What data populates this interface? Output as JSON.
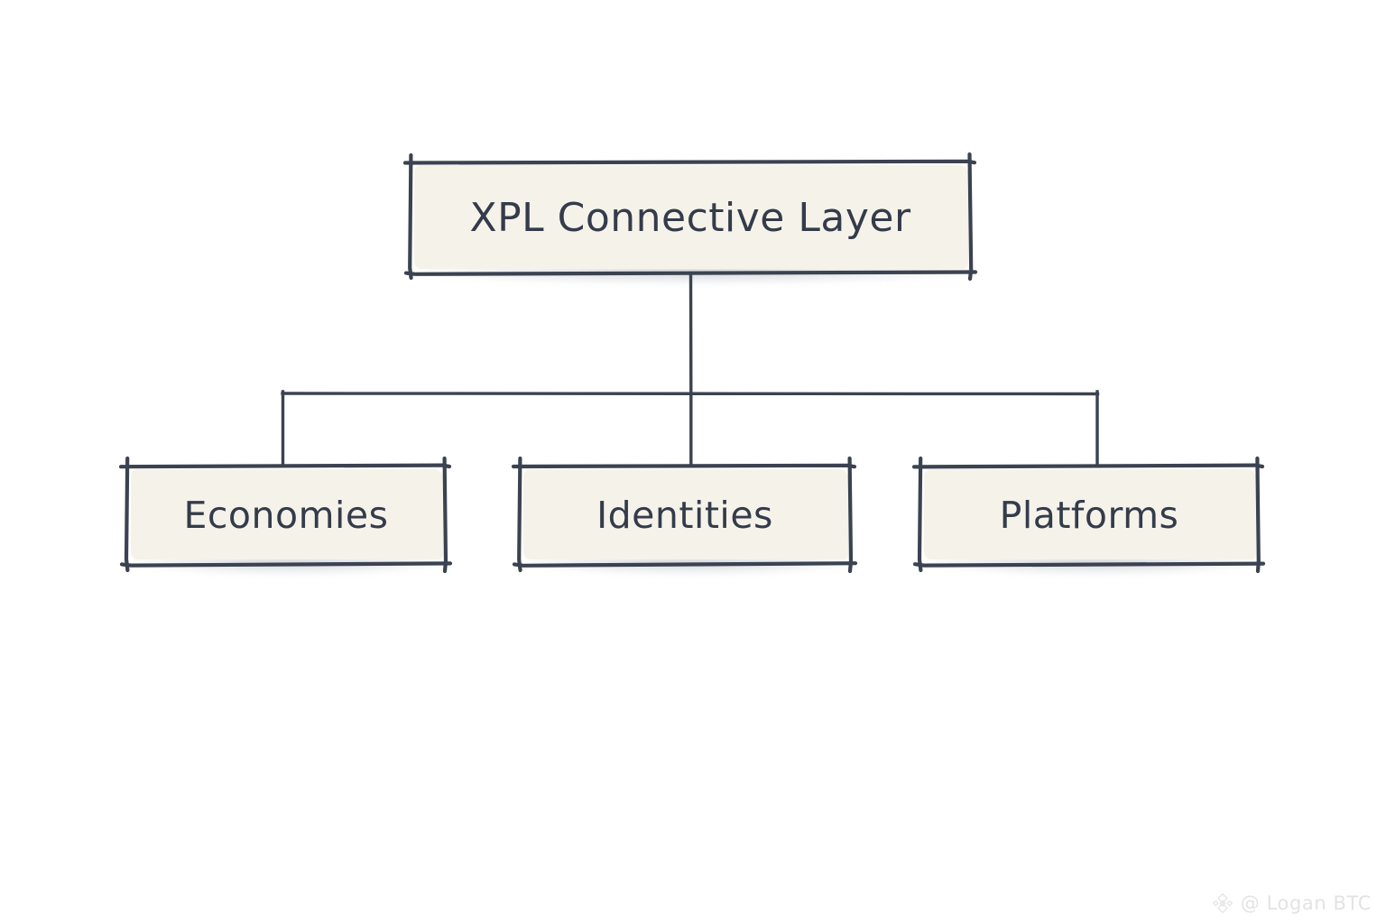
{
  "diagram": {
    "type": "hierarchy-tree",
    "style": "hand-drawn-sketch",
    "background_color": "#ffffff",
    "node_fill_color": "#f5f2ea",
    "ink_color": "#343b4a",
    "text_color": "#343b4a",
    "root": {
      "id": "root",
      "label": "XPL Connective Layer"
    },
    "children": [
      {
        "id": "economies",
        "label": "Economies"
      },
      {
        "id": "identities",
        "label": "Identities"
      },
      {
        "id": "platforms",
        "label": "Platforms"
      }
    ]
  },
  "watermark": {
    "logo_icon": "binance-diamond-icon",
    "handle": "@ Logan BTC",
    "color": "#e3e3e3"
  }
}
